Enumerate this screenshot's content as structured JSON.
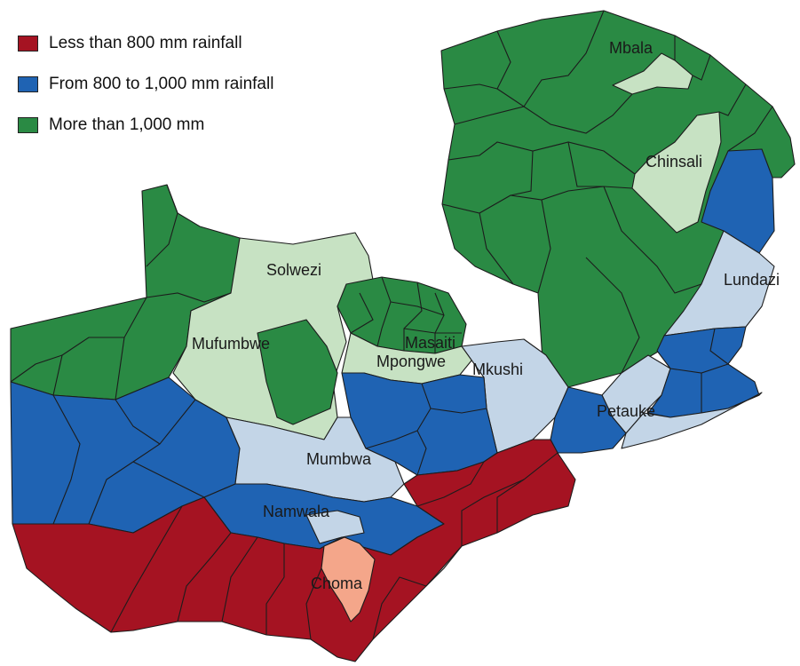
{
  "legend": {
    "items": [
      {
        "label": "Less than 800 mm rainfall",
        "color": "#a51322"
      },
      {
        "label": "From 800 to 1,000 mm rainfall",
        "color": "#1f63b3"
      },
      {
        "label": "More than 1,000 mm",
        "color": "#2a8a44"
      }
    ]
  },
  "map_colors": {
    "light_green": "#c7e2c3",
    "light_blue": "#c3d5e7",
    "salmon": "#f4a68a"
  },
  "towns": {
    "mbala": "Mbala",
    "chinsali": "Chinsali",
    "lundazi": "Lundazi",
    "solwezi": "Solwezi",
    "mufumbwe": "Mufumbwe",
    "masaiti": "Masaiti",
    "mpongwe": "Mpongwe",
    "mkushi": "Mkushi",
    "petauke": "Petauke",
    "mumbwa": "Mumbwa",
    "namwala": "Namwala",
    "choma": "Choma"
  }
}
